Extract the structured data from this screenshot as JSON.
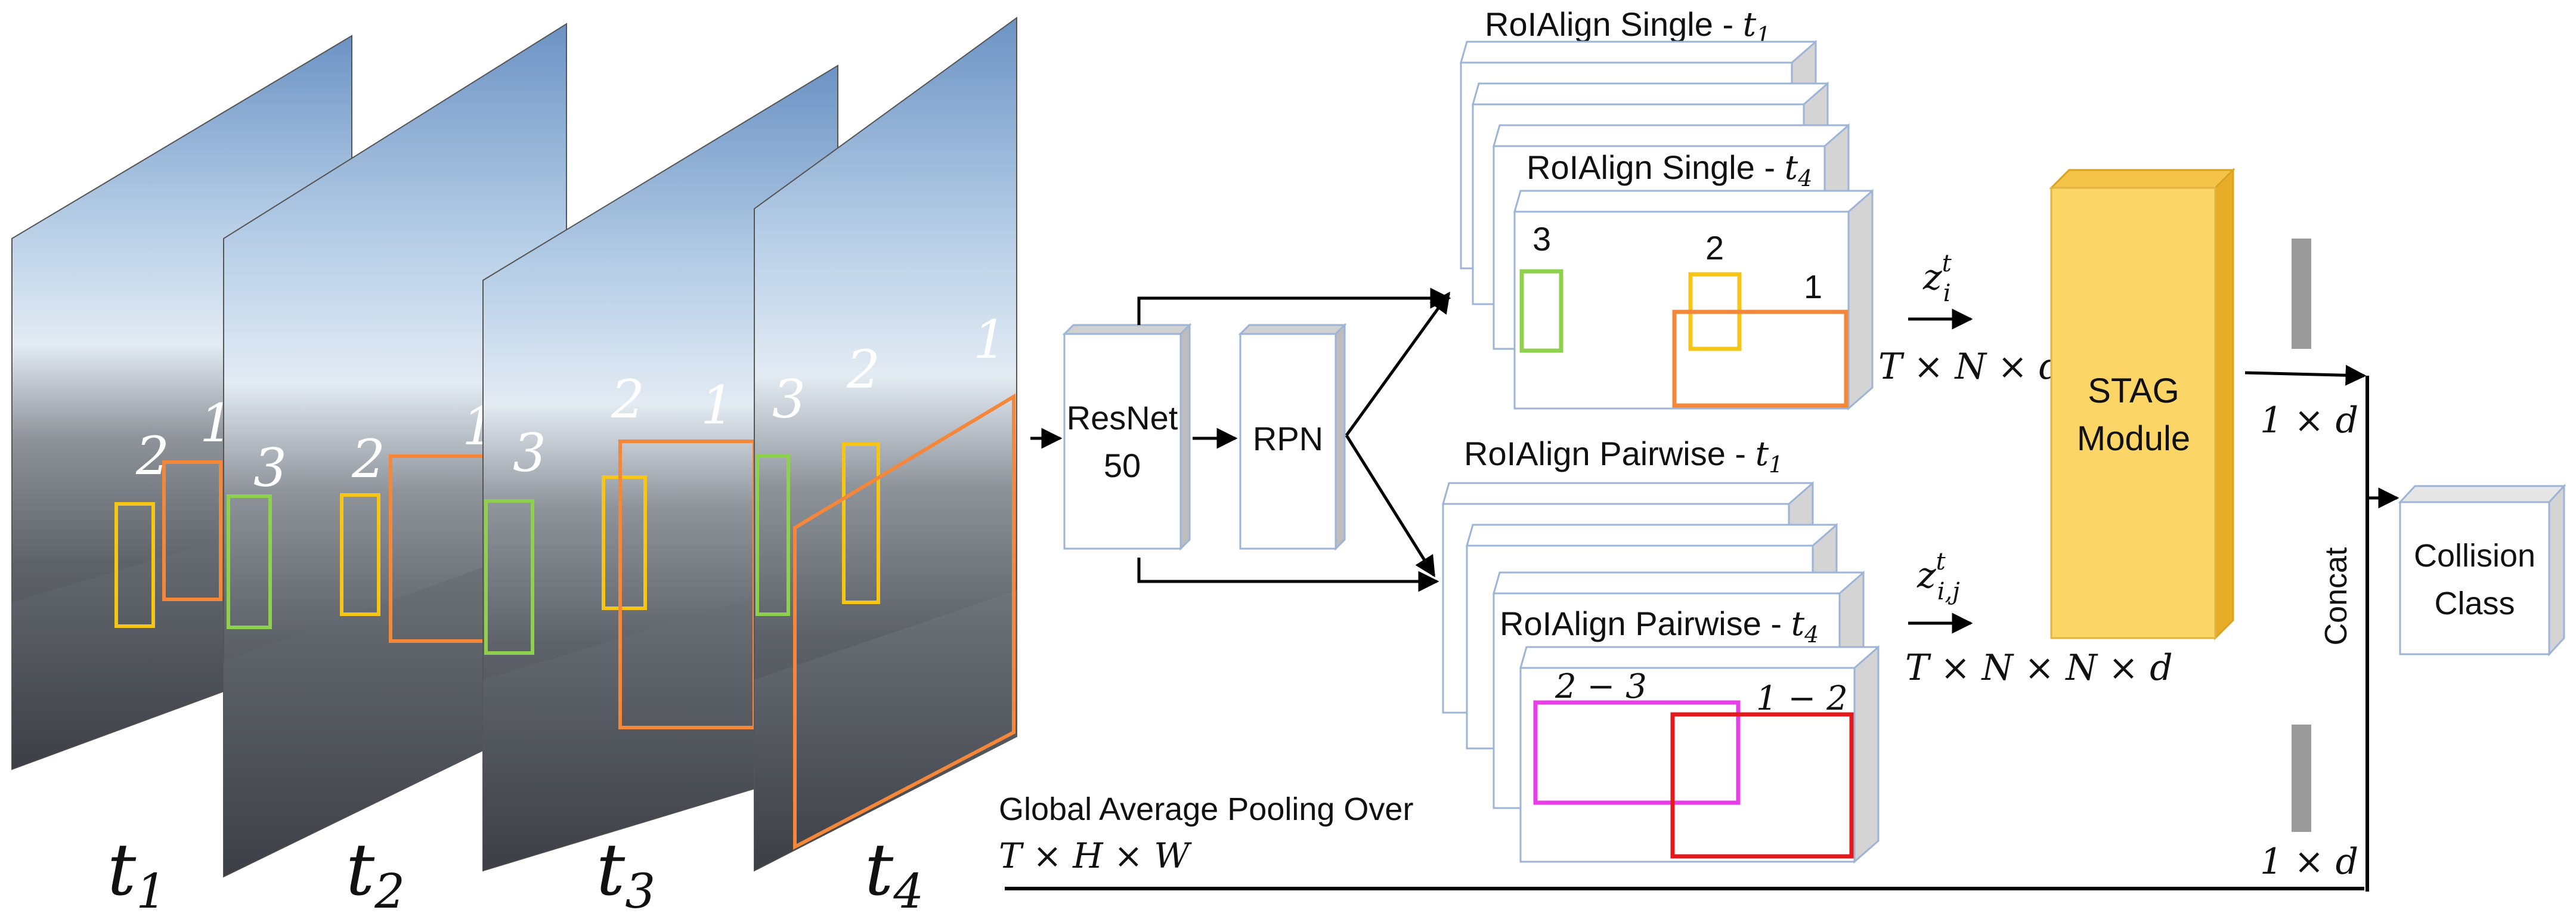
{
  "frames": {
    "labels": [
      "t1",
      "t2",
      "t3",
      "t4"
    ],
    "box_ids": {
      "t1": [
        "2",
        "1"
      ],
      "t2": [
        "3",
        "2",
        "1"
      ],
      "t3": [
        "3",
        "2",
        "1"
      ],
      "t4": [
        "3",
        "2",
        "1"
      ]
    }
  },
  "backbone": {
    "resnet_line1": "ResNet",
    "resnet_line2": "50",
    "rpn": "RPN"
  },
  "roi_single": {
    "title_back": "RoIAlign Single - ",
    "title_back_t": "t",
    "title_back_sub": "1",
    "title_front": "RoIAlign Single - ",
    "title_front_t": "t",
    "title_front_sub": "4",
    "box_ids": [
      "3",
      "2",
      "1"
    ],
    "z_main": "z",
    "z_sup": "t",
    "z_sub": "i",
    "dim": "T × N × d"
  },
  "roi_pairwise": {
    "title_back": "RoIAlign Pairwise - ",
    "title_back_t": "t",
    "title_back_sub": "1",
    "title_front": "RoIAlign Pairwise - ",
    "title_front_t": "t",
    "title_front_sub": "4",
    "pair_ids": [
      "2 − 3",
      "1 − 2"
    ],
    "z_main": "z",
    "z_sup": "t",
    "z_sub": "i,j",
    "dim": "T × N × N × d"
  },
  "stag": {
    "line1": "STAG",
    "line2": "Module"
  },
  "outputs": {
    "dim_top": "1 × d",
    "dim_bottom": "1 × d",
    "concat": "Concat"
  },
  "collision": {
    "line1": "Collision",
    "line2": "Class"
  },
  "gap": {
    "line1": "Global Average Pooling Over",
    "line2": "T × H × W"
  },
  "colors": {
    "box_green": "#8fd14f",
    "box_yellow": "#f5c518",
    "box_orange": "#f4873a",
    "box_magenta": "#e83ee8",
    "box_red": "#e31a1c",
    "stag_fill": "#fcd567",
    "stag_side": "#e7ad27",
    "bar_gray": "#9a9a9a",
    "box_border": "#9db4d6"
  }
}
